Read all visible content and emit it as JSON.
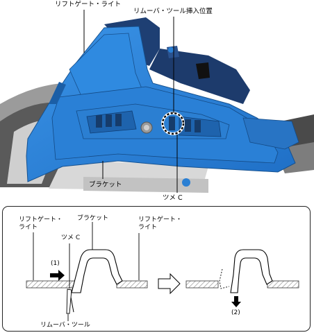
{
  "photo_labels": {
    "liftgate_light": "リフトゲート・ライト",
    "remover_tool_position": "リムーバ・ツール挿入位置",
    "bracket": "ブラケット",
    "tab_c": "ツメ C"
  },
  "detail_labels": {
    "liftgate_light_left_1": "リフトゲート・",
    "liftgate_light_left_2": "ライト",
    "bracket": "ブラケット",
    "liftgate_light_right_1": "リフトゲート・",
    "liftgate_light_right_2": "ライト",
    "tab_c": "ツメ C",
    "step_1": "(1)",
    "step_2": "(2)",
    "remover_tool": "リムーバ・ツール"
  },
  "colors": {
    "part_blue": "#2d86dd",
    "part_blue_dark": "#1c5fb0",
    "background_gray": "#c9c9c9",
    "hatch": "#9a9a9a"
  }
}
